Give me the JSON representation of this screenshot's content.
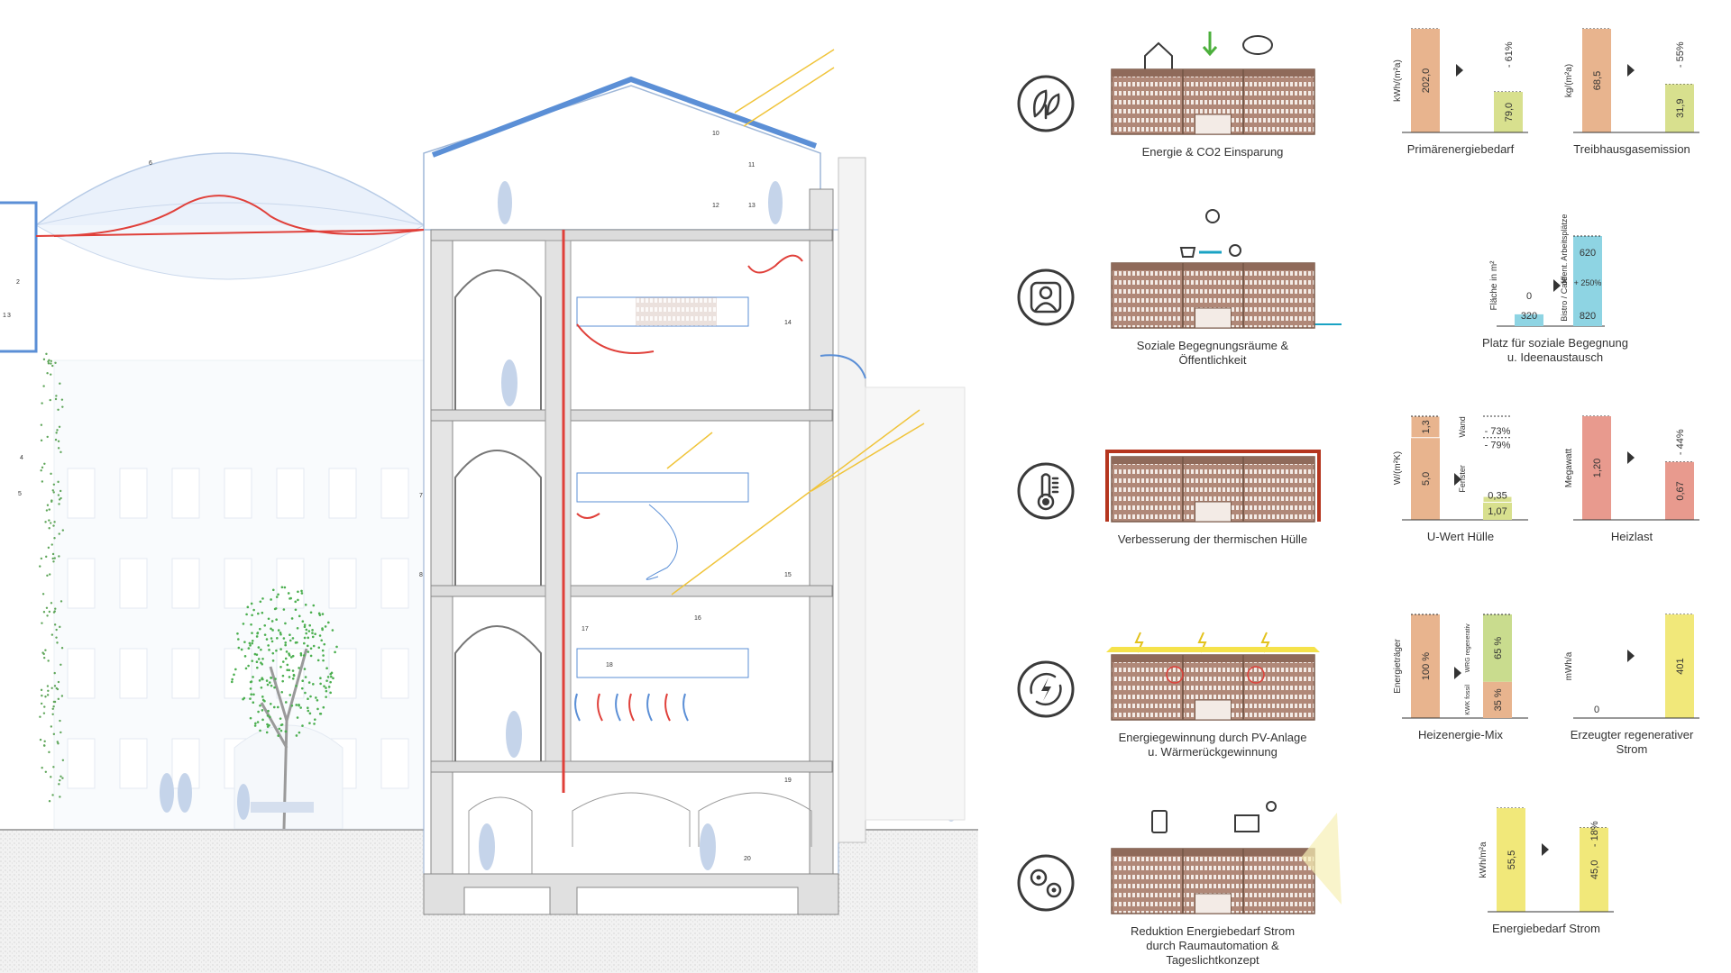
{
  "section": {
    "labels": [
      "1",
      "2",
      "3",
      "4",
      "5",
      "6",
      "7",
      "8",
      "10",
      "11",
      "12",
      "13",
      "14",
      "15",
      "16",
      "17",
      "18",
      "19",
      "20"
    ]
  },
  "rows": [
    {
      "id": "energie",
      "icon": "leaf-icon",
      "caption_lines": [
        "Energie & CO2 Einsparung"
      ],
      "charts": [
        {
          "type": "bar",
          "ylabel": "kWh/(m²a)",
          "values": [
            202.0,
            79.0
          ],
          "value_labels": [
            "202,0",
            "79,0"
          ],
          "colors": [
            "#e8b48e",
            "#d8e08e"
          ],
          "change": "- 61%",
          "title": "Primärenergiebedarf"
        },
        {
          "type": "bar",
          "ylabel": "kg/(m²a)",
          "values": [
            68.5,
            31.9
          ],
          "value_labels": [
            "68,5",
            "31,9"
          ],
          "colors": [
            "#e8b48e",
            "#d8e08e"
          ],
          "change": "- 55%",
          "title": "Treibhausgasemission"
        }
      ]
    },
    {
      "id": "sozial",
      "icon": "person-icon",
      "caption_lines": [
        "Soziale Begegnungsräume &",
        "Öffentlichkeit"
      ],
      "charts": [
        {
          "type": "bar",
          "ylabel": "Fläche in m²",
          "before_value": 0,
          "before_label": "0",
          "after_segments": [
            {
              "label": "Bistro / Café",
              "value": 320,
              "value_label": "320"
            },
            {
              "label": "öffent. Arbeitsplätze",
              "value": 620,
              "value_label": "620"
            }
          ],
          "base_value_label": "320",
          "total_label": "820",
          "change": "+ 250%",
          "color": "#8ed4e3",
          "title_lines": [
            "Platz für soziale Begegnung",
            "u. Ideenaustausch"
          ]
        }
      ]
    },
    {
      "id": "huelle",
      "icon": "thermometer-icon",
      "caption_lines": [
        "Verbesserung der thermischen Hülle"
      ],
      "charts": [
        {
          "type": "bar",
          "ylabel": "W/(m²K)",
          "categories": [
            "Wand",
            "Fenster"
          ],
          "before": [
            1.3,
            5.0
          ],
          "before_labels": [
            "1,3",
            "5,0"
          ],
          "after": [
            0.35,
            1.07
          ],
          "after_labels": [
            "0,35",
            "1,07"
          ],
          "changes": [
            "- 73%",
            "- 79%"
          ],
          "colors": [
            "#e8b48e",
            "#d8e08e"
          ],
          "title": "U-Wert Hülle"
        },
        {
          "type": "bar",
          "ylabel": "Megawatt",
          "values": [
            1.2,
            0.67
          ],
          "value_labels": [
            "1,20",
            "0,67"
          ],
          "colors": [
            "#e89a8e",
            "#e89a8e"
          ],
          "change": "- 44%",
          "title": "Heizlast"
        }
      ]
    },
    {
      "id": "pv",
      "icon": "energy-cycle-icon",
      "caption_lines": [
        "Energiegewinnung durch PV-Anlage",
        "u. Wärmerückgewinnung"
      ],
      "charts": [
        {
          "type": "bar",
          "ylabel": "Energieträger",
          "before_label": "100 %",
          "before_color": "#e8b48e",
          "after_segments": [
            {
              "name": "WRG regenerativ",
              "value": 65,
              "label": "65 %",
              "color": "#c9dc8e"
            },
            {
              "name": "KWK fossil",
              "value": 35,
              "label": "35 %",
              "color": "#e8b48e"
            }
          ],
          "title": "Heizenergie-Mix"
        },
        {
          "type": "bar",
          "ylabel": "mWh/a",
          "values": [
            0,
            401
          ],
          "value_labels": [
            "0",
            "401"
          ],
          "colors": [
            "#f1e87a",
            "#f1e87a"
          ],
          "title_lines": [
            "Erzeugter regenerativer",
            "Strom"
          ]
        }
      ]
    },
    {
      "id": "strom",
      "icon": "gears-icon",
      "caption_lines": [
        "Reduktion Energiebedarf Strom",
        "durch Raumautomation &",
        "Tageslichtkonzept"
      ],
      "charts": [
        {
          "type": "bar",
          "ylabel": "kWh/m²a",
          "values": [
            55.5,
            45.0
          ],
          "value_labels": [
            "55,5",
            "45,0"
          ],
          "colors": [
            "#f1e87a",
            "#f1e87a"
          ],
          "change": "- 18%",
          "title": "Energiebedarf Strom"
        }
      ]
    }
  ],
  "colors": {
    "blue": "#5b8fd6",
    "red": "#e0403a",
    "yellow": "#f0c43a",
    "green": "#4caf3c",
    "cyan": "#1aa3c4",
    "brick": "#a07a68",
    "brickLight": "#c9a898",
    "icon": "#3a3a3a"
  }
}
